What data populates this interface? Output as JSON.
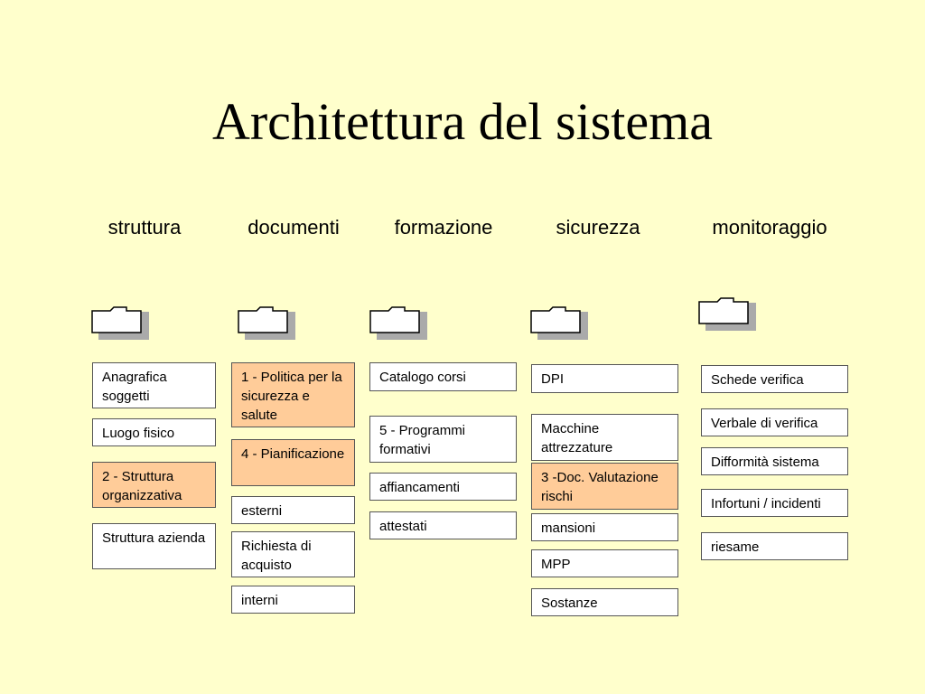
{
  "title": "Architettura del sistema",
  "colors": {
    "background": "#ffffcc",
    "box": "#ffffff",
    "highlight": "#ffcc99",
    "folder_back": "#aaaaaa"
  },
  "columns": [
    {
      "header": "struttura",
      "items": [
        {
          "label": "Anagrafica soggetti",
          "highlight": false
        },
        {
          "label": "Luogo fisico",
          "highlight": false
        },
        {
          "label": "2 - Struttura organizzativa",
          "highlight": true
        },
        {
          "label": "Struttura azienda",
          "highlight": false
        }
      ]
    },
    {
      "header": "documenti",
      "items": [
        {
          "label": "1 - Politica per la sicurezza e salute",
          "highlight": true
        },
        {
          "label": "4 - Pianificazione",
          "highlight": true
        },
        {
          "label": "esterni",
          "highlight": false
        },
        {
          "label": "Richiesta di acquisto",
          "highlight": false
        },
        {
          "label": "interni",
          "highlight": false
        }
      ]
    },
    {
      "header": "formazione",
      "items": [
        {
          "label": "Catalogo corsi",
          "highlight": false
        },
        {
          "label": "5 - Programmi formativi",
          "highlight": false
        },
        {
          "label": "affiancamenti",
          "highlight": false
        },
        {
          "label": "attestati",
          "highlight": false
        }
      ]
    },
    {
      "header": "sicurezza",
      "items": [
        {
          "label": "DPI",
          "highlight": false
        },
        {
          "label": "Macchine attrezzature",
          "highlight": false
        },
        {
          "label": "3 -Doc. Valutazione rischi",
          "highlight": true
        },
        {
          "label": "mansioni",
          "highlight": false
        },
        {
          "label": "MPP",
          "highlight": false
        },
        {
          "label": "Sostanze",
          "highlight": false
        }
      ]
    },
    {
      "header": "monitoraggio",
      "items": [
        {
          "label": "Schede verifica",
          "highlight": false
        },
        {
          "label": "Verbale di verifica",
          "highlight": false
        },
        {
          "label": "Difformità sistema",
          "highlight": false
        },
        {
          "label": "Infortuni / incidenti",
          "highlight": false
        },
        {
          "label": "riesame",
          "highlight": false
        }
      ]
    }
  ]
}
